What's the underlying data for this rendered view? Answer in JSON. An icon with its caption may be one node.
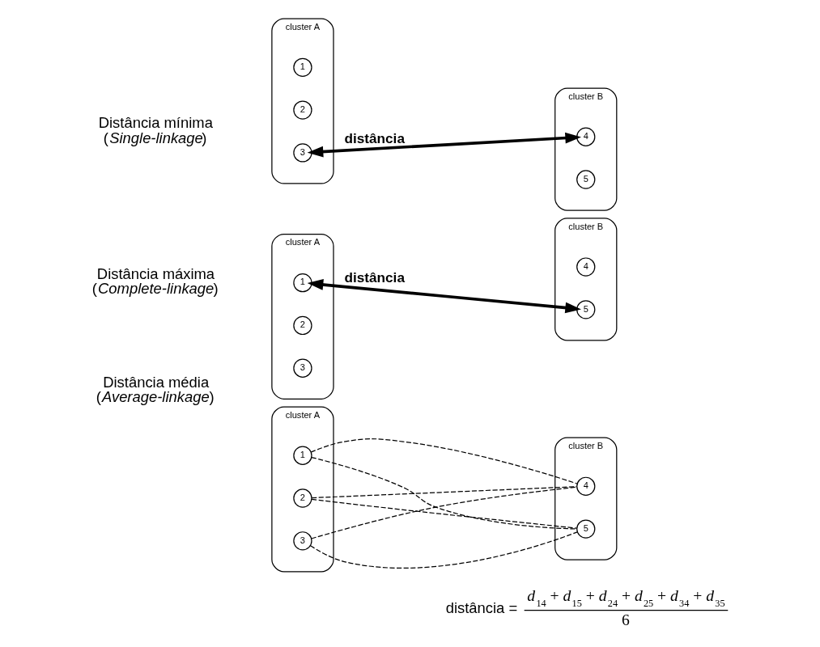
{
  "diagram": {
    "nodes": [
      {
        "text": [
          "cluster A"
        ]
      },
      {
        "text": [
          "1"
        ],
        "in": 0
      },
      {
        "text": [
          "2"
        ],
        "in": 0
      },
      {
        "text": [
          "3"
        ],
        "in": 0
      },
      {
        "text": [
          "cluster B"
        ]
      },
      {
        "text": [
          "4"
        ],
        "in": 4
      },
      {
        "text": [
          "5"
        ],
        "in": 4
      },
      {
        "text": [
          "cluster A"
        ]
      },
      {
        "text": [
          "1"
        ],
        "in": 7
      },
      {
        "text": [
          "2"
        ],
        "in": 7
      },
      {
        "text": [
          "3"
        ],
        "in": 7
      },
      {
        "text": [
          "cluster B"
        ]
      },
      {
        "text": [
          "4"
        ],
        "in": 11
      },
      {
        "text": [
          "5"
        ],
        "in": 11
      },
      {
        "text": [
          "cluster A"
        ]
      },
      {
        "text": [
          "1"
        ],
        "in": 14
      },
      {
        "text": [
          "2"
        ],
        "in": 14
      },
      {
        "text": [
          "3"
        ],
        "in": 14
      },
      {
        "text": [
          "cluster B"
        ]
      },
      {
        "text": [
          "4"
        ],
        "in": 18
      },
      {
        "text": [
          "5"
        ],
        "in": 18
      }
    ],
    "edges": [
      {
        "from": 3,
        "to": 5,
        "arrow": "both",
        "style": "thick",
        "label": "distância"
      },
      {
        "from": 8,
        "to": 13,
        "arrow": "both",
        "style": "thick",
        "label": "distância"
      },
      {
        "from": 15,
        "to": 19,
        "arrow": "none",
        "style": "dashed"
      },
      {
        "from": 15,
        "to": 20,
        "arrow": "none",
        "style": "dashed"
      },
      {
        "from": 16,
        "to": 19,
        "arrow": "none",
        "style": "dashed"
      },
      {
        "from": 16,
        "to": 20,
        "arrow": "none",
        "style": "dashed"
      },
      {
        "from": 17,
        "to": 19,
        "arrow": "none",
        "style": "dashed"
      },
      {
        "from": 17,
        "to": 20,
        "arrow": "none",
        "style": "dashed"
      }
    ],
    "labels": [
      "Distância mínima",
      "(*Single-linkage*)",
      "Distância máxima",
      "(*Complete-linkage*)",
      "Distância média",
      "(*Average-linkage*)",
      "distância =",
      "*d*$_{14}$ + *d*$_{15}$ + *d*$_{24}$ + *d*$_{25}$ + *d*$_{34}$ + *d*$_{35}$",
      "6"
    ]
  }
}
